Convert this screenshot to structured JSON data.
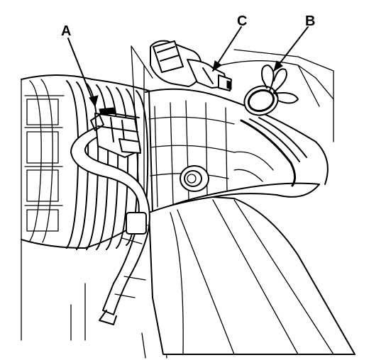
{
  "diagram": {
    "callouts": {
      "a": {
        "label": "A",
        "target": "connector"
      },
      "b": {
        "label": "B",
        "target": "hose-clamp"
      },
      "c": {
        "label": "C",
        "target": "sensor"
      }
    },
    "colors": {
      "ink": "#000000",
      "paper": "#ffffff"
    }
  }
}
